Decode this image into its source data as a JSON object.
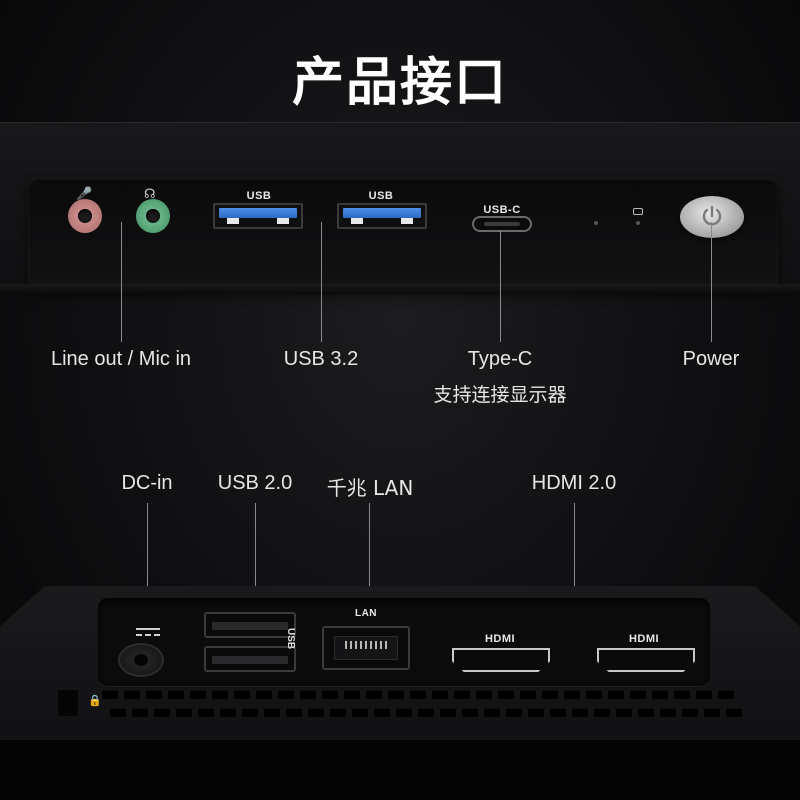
{
  "title": "产品接口",
  "front_ports": {
    "usb_top_label": "USB",
    "usbc_port_label": "USB-C"
  },
  "back_ports": {
    "lan_port_label": "LAN",
    "usb_vertical_label": "USB",
    "hdmi_port_label": "HDMI"
  },
  "callouts": {
    "line_mic": "Line out / Mic in",
    "usb32": "USB 3.2",
    "typec": "Type-C",
    "typec_sub": "支持连接显示器",
    "power": "Power",
    "dcin": "DC-in",
    "usb20": "USB 2.0",
    "lan": "千兆 LAN",
    "hdmi": "HDMI 2.0"
  }
}
